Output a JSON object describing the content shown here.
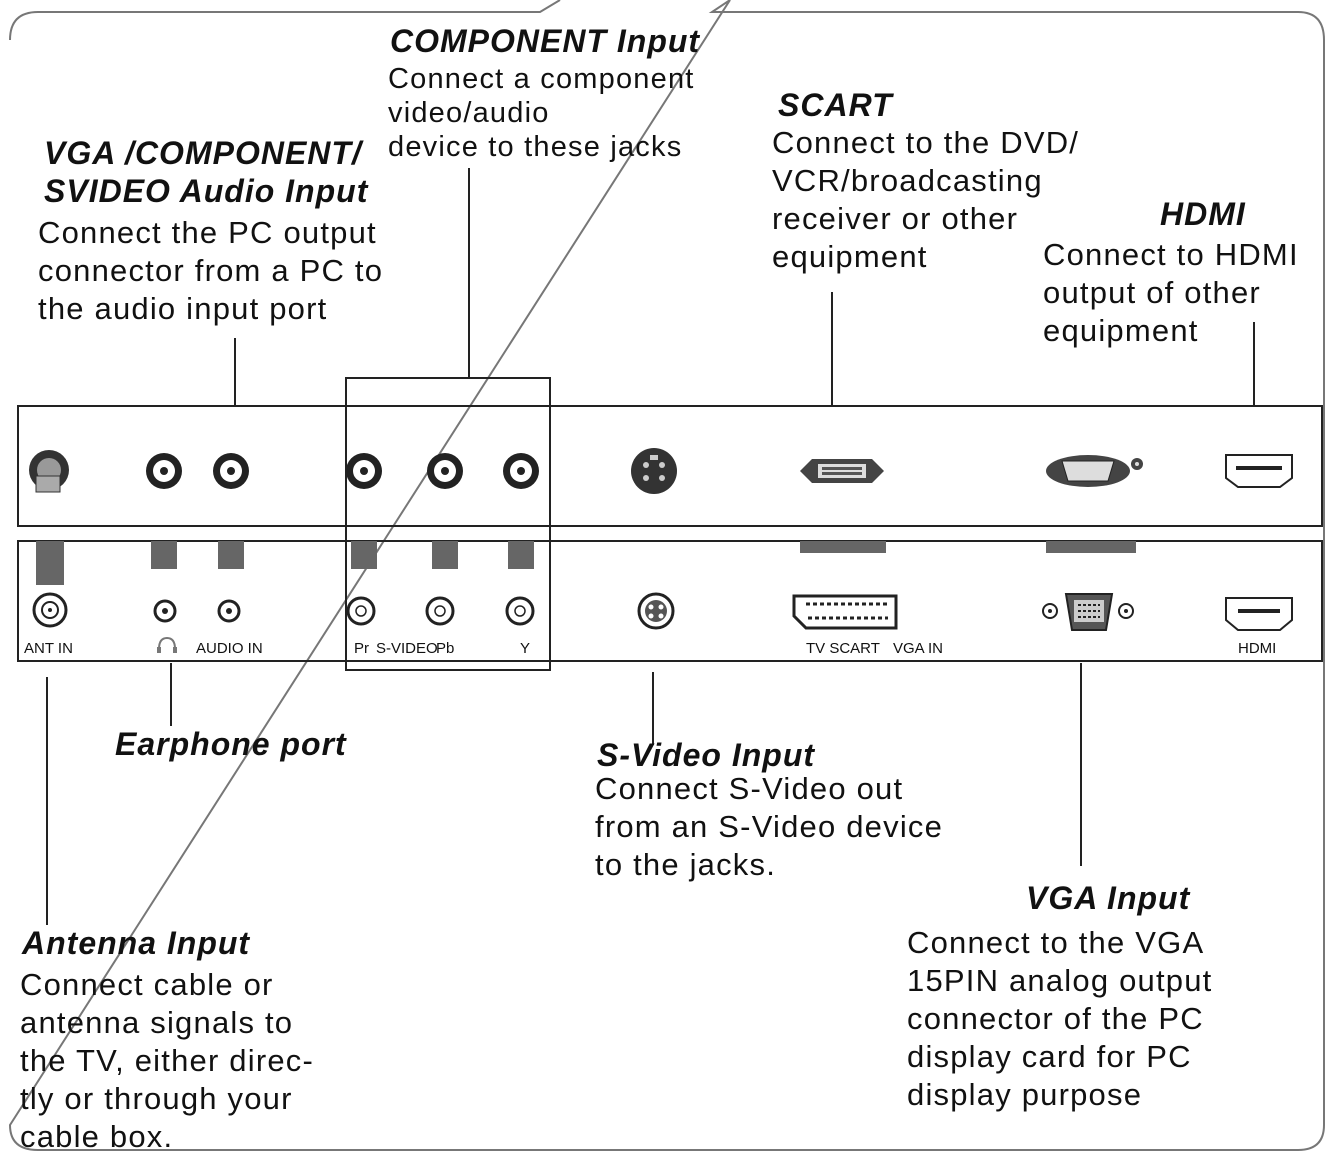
{
  "annotations": {
    "component": {
      "title": "COMPONENT  Input",
      "body": "Connect a component\nvideo/audio\ndevice to these jacks"
    },
    "vga_audio": {
      "title_line1": "VGA /COMPONENT/",
      "title_line2": "SVIDEO Audio Input",
      "body": "Connect the PC output\nconnector from a PC to\nthe audio input port"
    },
    "scart": {
      "title": "SCART",
      "body": "Connect to the DVD/\nVCR/broadcasting\nreceiver or other\nequipment"
    },
    "hdmi": {
      "title": "HDMI",
      "body": "Connect to HDMI\noutput of other\nequipment"
    },
    "earphone": {
      "title": "Earphone port"
    },
    "svideo": {
      "title": "S-Video Input",
      "body": "Connect S-Video out\nfrom an S-Video device\nto the jacks."
    },
    "vga": {
      "title": "VGA  Input",
      "body": "Connect to the VGA\n15PIN analog output\nconnector of the PC\ndisplay card for PC\ndisplay purpose"
    },
    "antenna": {
      "title": "Antenna Input",
      "body": "Connect cable or\nantenna signals to\nthe TV, either direc-\ntly or through your\ncable box."
    }
  },
  "panel_labels": {
    "ant_in": "ANT IN",
    "audio_in": "AUDIO IN",
    "pr": "Pr",
    "svideo": "S-VIDEO",
    "pb": "Pb",
    "y": "Y",
    "tv_scart": "TV SCART",
    "vga_in": "VGA IN",
    "hdmi": "HDMI"
  }
}
